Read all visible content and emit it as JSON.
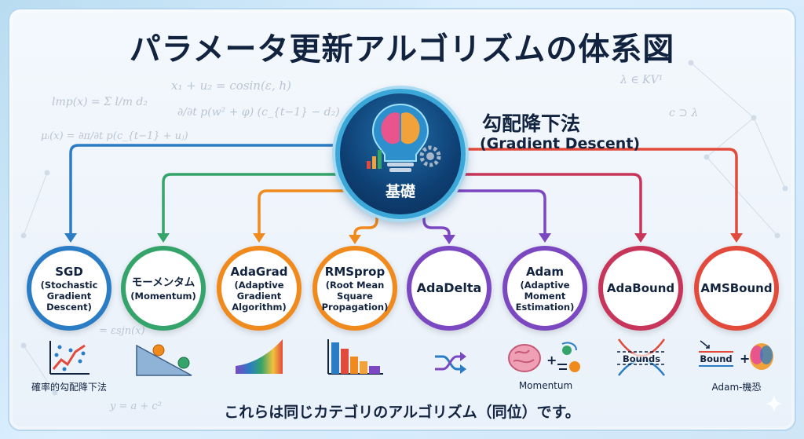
{
  "title": "パラメータ更新アルゴリズムの体系図",
  "hub": {
    "label": "基礎",
    "title": "勾配降下法",
    "subtitle": "(Gradient Descent)"
  },
  "nodes": [
    {
      "name": "SGD",
      "desc": [
        "(Stochastic",
        "Gradient",
        "Descent)"
      ],
      "color": "#2a7cc4"
    },
    {
      "name": "モーメンタム",
      "desc": [
        "(Momentum)"
      ],
      "color": "#35a46a"
    },
    {
      "name": "AdaGrad",
      "desc": [
        "(Adaptive",
        "Gradient",
        "Algorithm)"
      ],
      "color": "#f08a1c"
    },
    {
      "name": "RMSprop",
      "desc": [
        "(Root Mean",
        "Square",
        "Propagation)"
      ],
      "color": "#f08a1c"
    },
    {
      "name": "AdaDelta",
      "desc": [],
      "color": "#7b48c2"
    },
    {
      "name": "Adam",
      "desc": [
        "(Adaptive",
        "Moment",
        "Estimation)"
      ],
      "color": "#7b48c2"
    },
    {
      "name": "AdaBound",
      "desc": [],
      "color": "#c8355a"
    },
    {
      "name": "AMSBound",
      "desc": [],
      "color": "#e24a3c"
    }
  ],
  "captions": {
    "sgd": "確率的勾配降下法",
    "adam": "Momentum",
    "adabound": "Bounds",
    "amsbound_box": "Bound",
    "amsbound": "Adam-機恐"
  },
  "footer": "これらは同じカテゴリのアルゴリズム（同位）です。",
  "deco": {
    "f1": "x₁ + u₂ = cosin(ε, h)",
    "f2": "∂/∂t p(w² + φ) (c_{t−1} − d₂)",
    "f3": "lmp(x) = Σ l/m d₂",
    "f4": "μᵢ(x) = ∂π/∂t p(c_{t−1} + uⱼ)",
    "f5": "λ ∈ KV¹",
    "f6": "c ⊃ λ",
    "f7": "y = a + c²",
    "f8": "= εsjn(x)"
  }
}
